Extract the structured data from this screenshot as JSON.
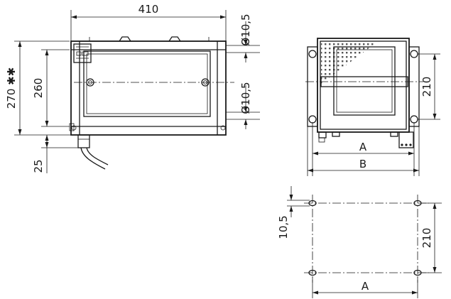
{
  "drawing": {
    "side_view": {
      "width_dim": "410",
      "total_height_dim": "270 ✱✱",
      "body_height_dim": "260",
      "lower_dim": "25",
      "hole_top": "Ø10,5",
      "hole_bottom": "Ø10,5"
    },
    "front_view": {
      "mount_spacing": "210",
      "dim_a": "A",
      "dim_b": "B"
    },
    "hole_pattern": {
      "hole_diameter": "10,5",
      "vertical_spacing": "210",
      "horizontal_dim": "A"
    }
  }
}
